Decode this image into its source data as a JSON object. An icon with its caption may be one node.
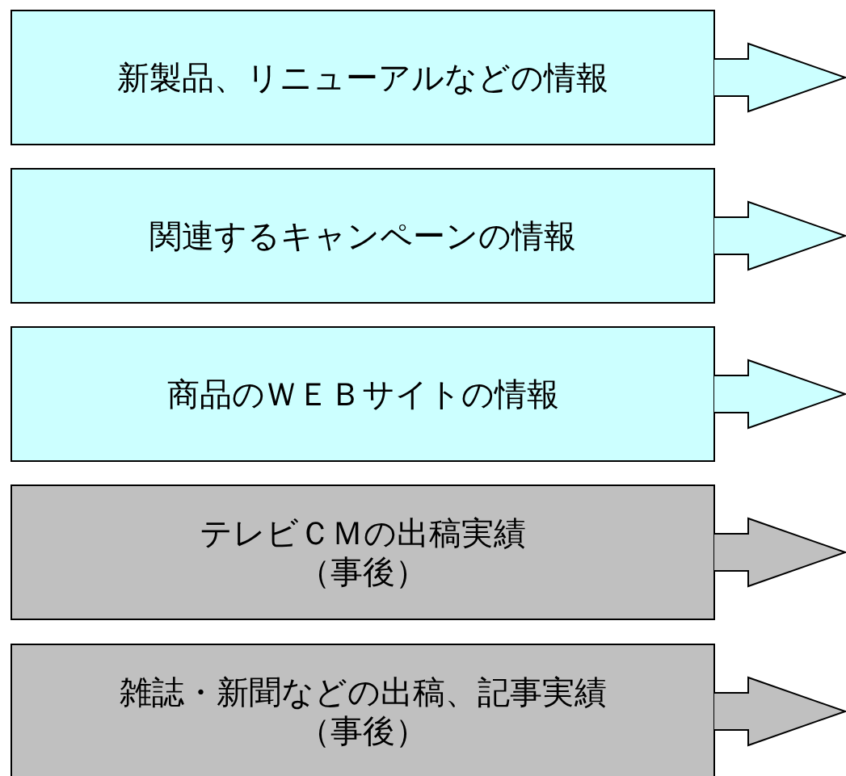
{
  "diagram": {
    "nodes": [
      {
        "text": [
          "新製品、リニューアルなどの情報"
        ]
      },
      {
        "text": [
          "関連するキャンペーンの情報"
        ]
      },
      {
        "text": [
          "商品のＷＥＢサイトの情報"
        ]
      },
      {
        "text": [
          "テレビＣＭの出稿実績（事後）"
        ]
      },
      {
        "text": [
          "雑誌・新聞などの出稿、記事実績（事後）"
        ]
      }
    ],
    "edges": [
      {
        "from": 0,
        "to": null,
        "arrow": "to"
      },
      {
        "from": 1,
        "to": null,
        "arrow": "to"
      },
      {
        "from": 2,
        "to": null,
        "arrow": "to"
      },
      {
        "from": 3,
        "to": null,
        "arrow": "to"
      },
      {
        "from": 4,
        "to": null,
        "arrow": "to"
      }
    ]
  }
}
